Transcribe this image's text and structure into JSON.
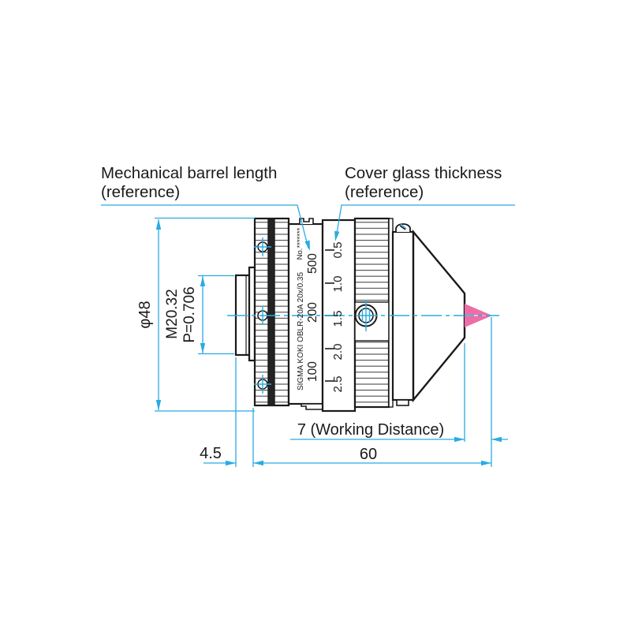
{
  "drawing_type": "objective lens mechanical drawing",
  "colors": {
    "accent": "#29ABE2",
    "ray": "#ED6EA7",
    "ink": "#1A1A1A"
  },
  "labels": {
    "mechanical_line1": "Mechanical barrel length",
    "mechanical_line2": "(reference)",
    "cover_line1": "Cover glass thickness",
    "cover_line2": "(reference)"
  },
  "dimensions": {
    "diameter": "φ48",
    "thread": "M20.32",
    "pitch": "P=0.706",
    "thread_offset": "4.5",
    "barrel_length": "60",
    "working_distance": "7 (Working Distance)"
  },
  "barrel": {
    "serial": "No.*******",
    "model": "SIGMA KOKI OBLR-20A 20x/0.35",
    "magnification_scale": [
      "500",
      "200",
      "100"
    ],
    "cover_scale": [
      "0.5",
      "1.0",
      "1.5",
      "2.0",
      "2.5"
    ]
  }
}
